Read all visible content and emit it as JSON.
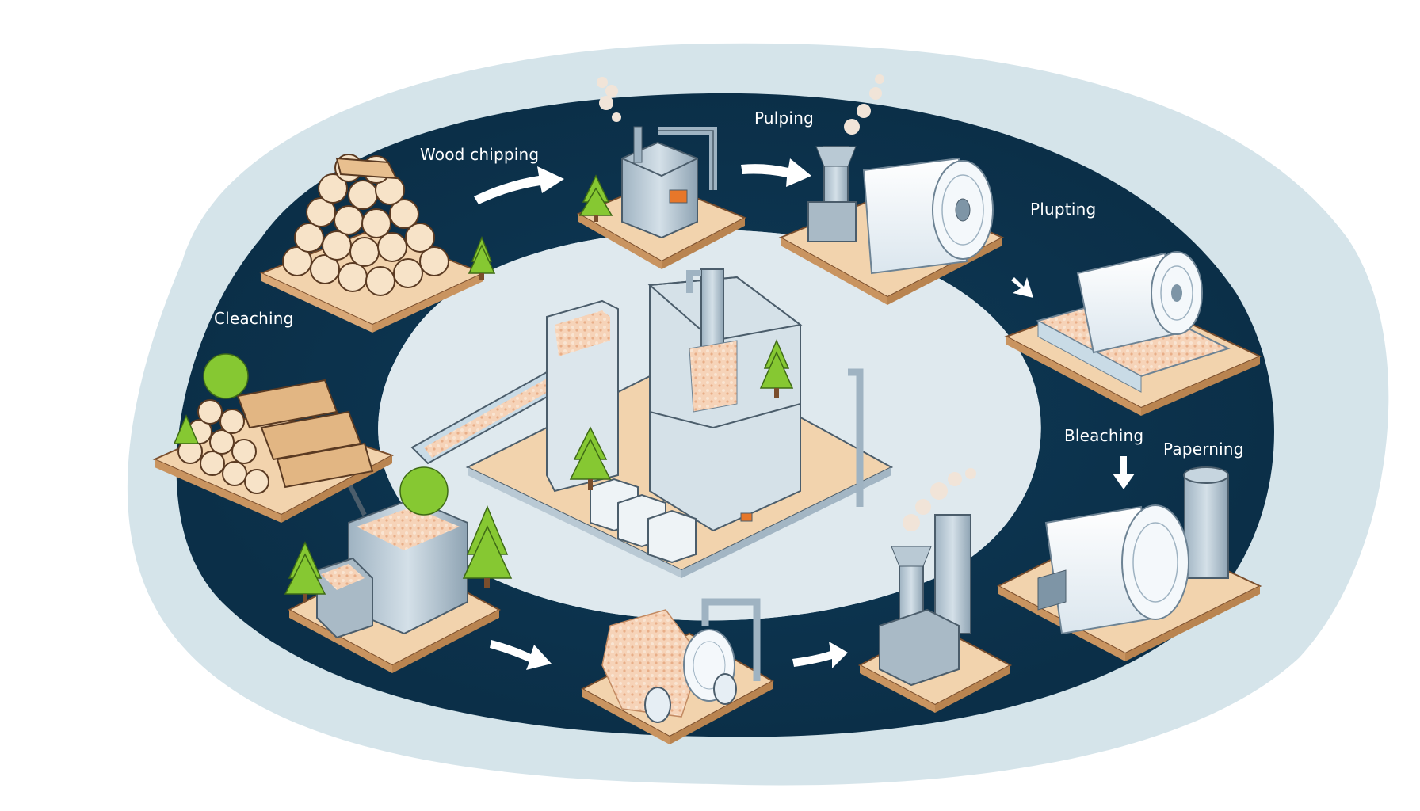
{
  "diagram": {
    "type": "process-cycle",
    "colors": {
      "background": "#ffffff",
      "outer_blob": "#d5e4ea",
      "track": "#0e3450",
      "inner_area": "#dfe9ee",
      "arrow": "#ffffff",
      "label_text": "#ffffff",
      "wood_base": "#f2d3ad",
      "wood_end": "#f7e3c8",
      "tree": "#86c832",
      "metal": "#b9c9d4",
      "chips": "#f3c9a8",
      "paper_roll": "#f4f8fb"
    },
    "labels": {
      "wood_chipping": "Wood chipping",
      "pulping": "Pulping",
      "plupting": "Plupting",
      "cleaching": "Cleaching",
      "bleaching": "Bleaching",
      "paperning": "Paperning"
    },
    "stations": [
      {
        "id": "log-pile",
        "icon": "log-pile-icon"
      },
      {
        "id": "chipper-building",
        "icon": "factory-icon"
      },
      {
        "id": "pulp-roll-machine",
        "icon": "paper-roll-machine-icon"
      },
      {
        "id": "roll-in-vat",
        "icon": "pulp-vat-icon"
      },
      {
        "id": "paper-reel-silo",
        "icon": "paper-reel-icon"
      },
      {
        "id": "bleach-tower",
        "icon": "chimney-icon"
      },
      {
        "id": "chip-roller",
        "icon": "chip-roller-icon"
      },
      {
        "id": "chip-hopper",
        "icon": "chip-hopper-icon"
      },
      {
        "id": "stacked-logs",
        "icon": "stacked-logs-icon"
      },
      {
        "id": "central-mill",
        "icon": "central-mill-icon"
      }
    ],
    "arrows": [
      "arrow-right",
      "arrow-right",
      "arrow-down-right",
      "arrow-down",
      "arrow-right",
      "arrow-right"
    ]
  }
}
